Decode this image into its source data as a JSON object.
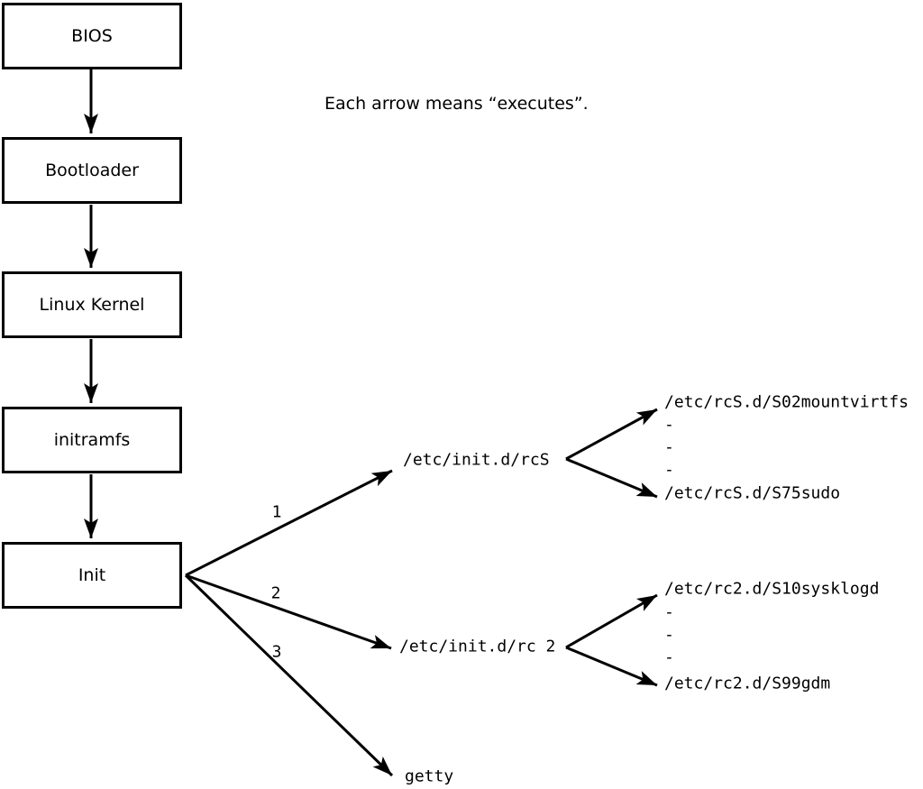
{
  "caption": "Each arrow means “executes”.",
  "boxes": [
    {
      "label": "BIOS"
    },
    {
      "label": "Bootloader"
    },
    {
      "label": "Linux Kernel"
    },
    {
      "label": "initramfs"
    },
    {
      "label": "Init"
    }
  ],
  "branches": [
    {
      "number": "1",
      "target": "/etc/init.d/rcS",
      "children": {
        "first": "/etc/rcS.d/S02mountvirtfs",
        "dots": [
          "-",
          "-",
          "-"
        ],
        "last": "/etc/rcS.d/S75sudo"
      }
    },
    {
      "number": "2",
      "target": "/etc/init.d/rc 2",
      "children": {
        "first": "/etc/rc2.d/S10sysklogd",
        "dots": [
          "-",
          "-",
          "-"
        ],
        "last": "/etc/rc2.d/S99gdm"
      }
    },
    {
      "number": "3",
      "target": "getty"
    }
  ]
}
